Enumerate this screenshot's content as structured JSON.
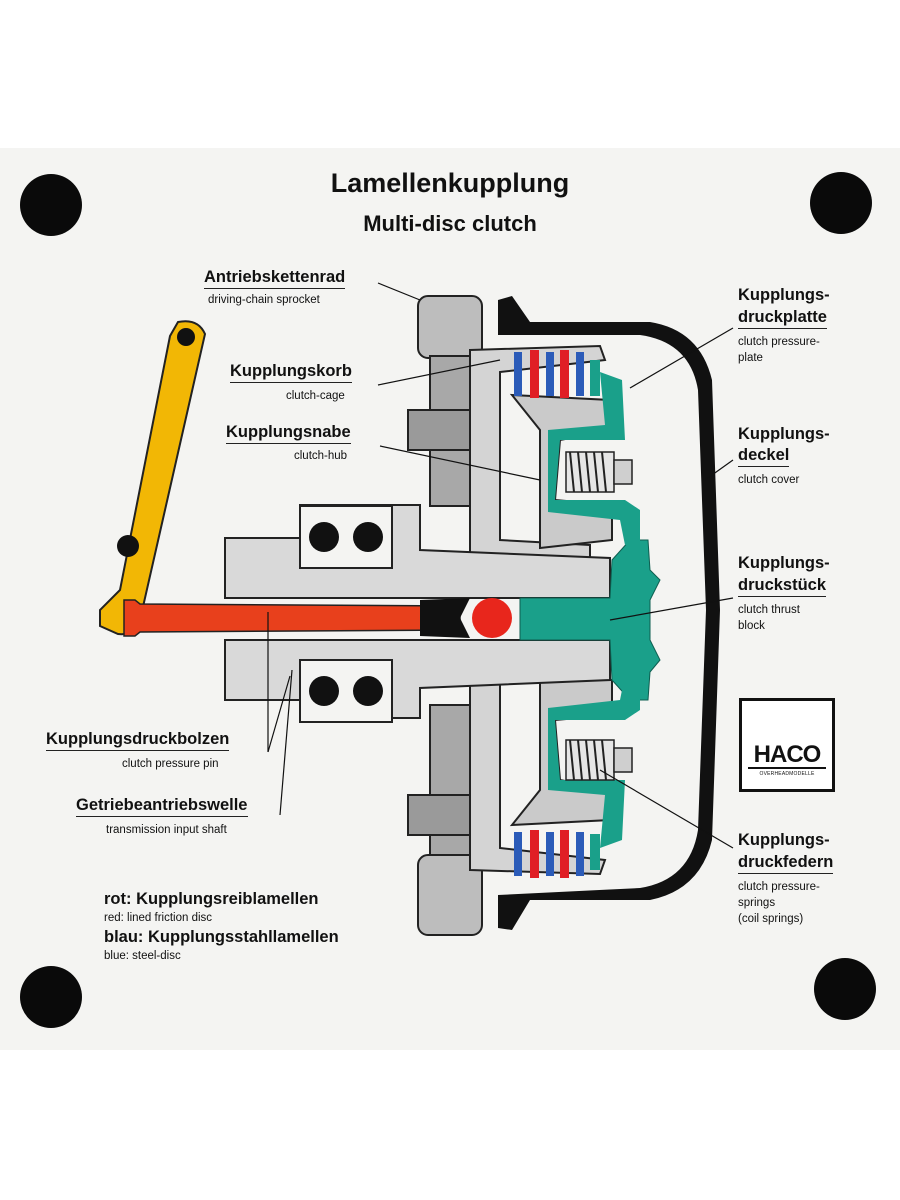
{
  "title": "Lamellenkupplung",
  "subtitle": "Multi-disc clutch",
  "labels": {
    "sprocket_de": "Antriebskettenrad",
    "sprocket_en": "driving-chain sprocket",
    "cage_de": "Kupplungskorb",
    "cage_en": "clutch-cage",
    "hub_de": "Kupplungsnabe",
    "hub_en": "clutch-hub",
    "pin_de": "Kupplungsdruckbolzen",
    "pin_en": "clutch pressure pin",
    "shaft_de": "Getriebeantriebswelle",
    "shaft_en": "transmission input shaft",
    "plate_de1": "Kupplungs-",
    "plate_de2": "druckplatte",
    "plate_en1": "clutch pressure-",
    "plate_en2": "plate",
    "cover_de1": "Kupplungs-",
    "cover_de2": "deckel",
    "cover_en": "clutch cover",
    "thrust_de1": "Kupplungs-",
    "thrust_de2": "druckstück",
    "thrust_en1": "clutch thrust",
    "thrust_en2": "block",
    "springs_de1": "Kupplungs-",
    "springs_de2": "druckfedern",
    "springs_en1": "clutch pressure-",
    "springs_en2": "springs",
    "springs_en3": "(coil springs)"
  },
  "legend": {
    "red_de": "rot: Kupplungsreiblamellen",
    "red_en": "red: lined friction disc",
    "blue_de": "blau: Kupplungsstahllamellen",
    "blue_en": "blue: steel-disc"
  },
  "logo": {
    "word": "HACO",
    "tagline": "OVERHEADMODELLE"
  },
  "colors": {
    "background": "#f4f4f2",
    "lever": "#f2b705",
    "pressure_pin": "#e8401c",
    "thrust_block": "#1aa08a",
    "friction_disc": "#e01e25",
    "steel_disc": "#2b5bb8",
    "metal": "#b9b9b9"
  }
}
